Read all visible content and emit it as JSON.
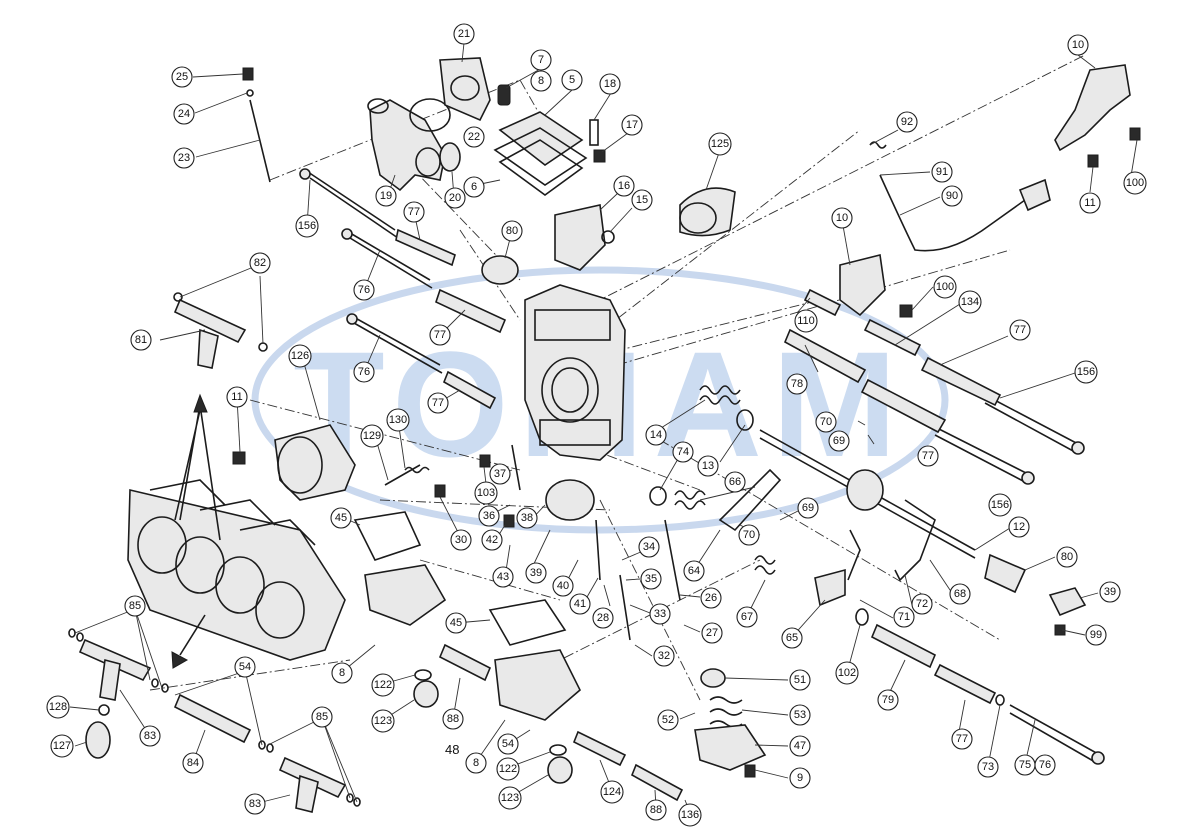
{
  "watermark": {
    "text": "TOMAM",
    "color": "#ccdcf1"
  },
  "colors": {
    "line": "#1c1c1c",
    "background": "#ffffff"
  },
  "plain_label": "48",
  "callouts": [
    "10",
    "10",
    "11",
    "11",
    "12",
    "13",
    "14",
    "15",
    "16",
    "17",
    "18",
    "19",
    "20",
    "21",
    "22",
    "23",
    "24",
    "25",
    "26",
    "27",
    "28",
    "30",
    "32",
    "33",
    "34",
    "35",
    "36",
    "37",
    "38",
    "39",
    "39",
    "40",
    "41",
    "42",
    "43",
    "45",
    "45",
    "47",
    "51",
    "52",
    "53",
    "54",
    "54",
    "5",
    "6",
    "7",
    "8",
    "8",
    "8",
    "9",
    "64",
    "65",
    "66",
    "67",
    "68",
    "69",
    "69",
    "70",
    "70",
    "71",
    "72",
    "73",
    "74",
    "75",
    "76",
    "76",
    "76",
    "77",
    "77",
    "77",
    "77",
    "77",
    "77",
    "78",
    "79",
    "80",
    "80",
    "81",
    "82",
    "83",
    "83",
    "84",
    "85",
    "85",
    "85",
    "88",
    "88",
    "90",
    "91",
    "92",
    "99",
    "100",
    "100",
    "102",
    "103",
    "110",
    "122",
    "122",
    "123",
    "123",
    "124",
    "125",
    "126",
    "127",
    "128",
    "129",
    "130",
    "134",
    "136",
    "156",
    "156",
    "156"
  ]
}
